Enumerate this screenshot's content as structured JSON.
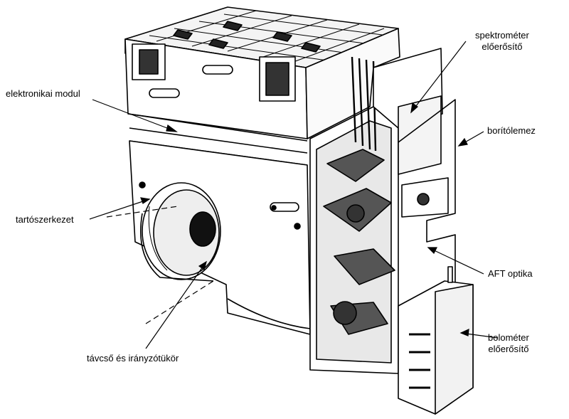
{
  "figure": {
    "labels": {
      "electronics": "elektronikai modul",
      "spectrometer_line1": "spektrométer",
      "spectrometer_line2": "előerősítő",
      "cover": "borítólemez",
      "frame": "tartószerkezet",
      "aft": "AFT optika",
      "bolometer_line1": "bolométer",
      "bolometer_line2": "előerősítő",
      "telescope": "távcső és irányzótükör"
    }
  }
}
